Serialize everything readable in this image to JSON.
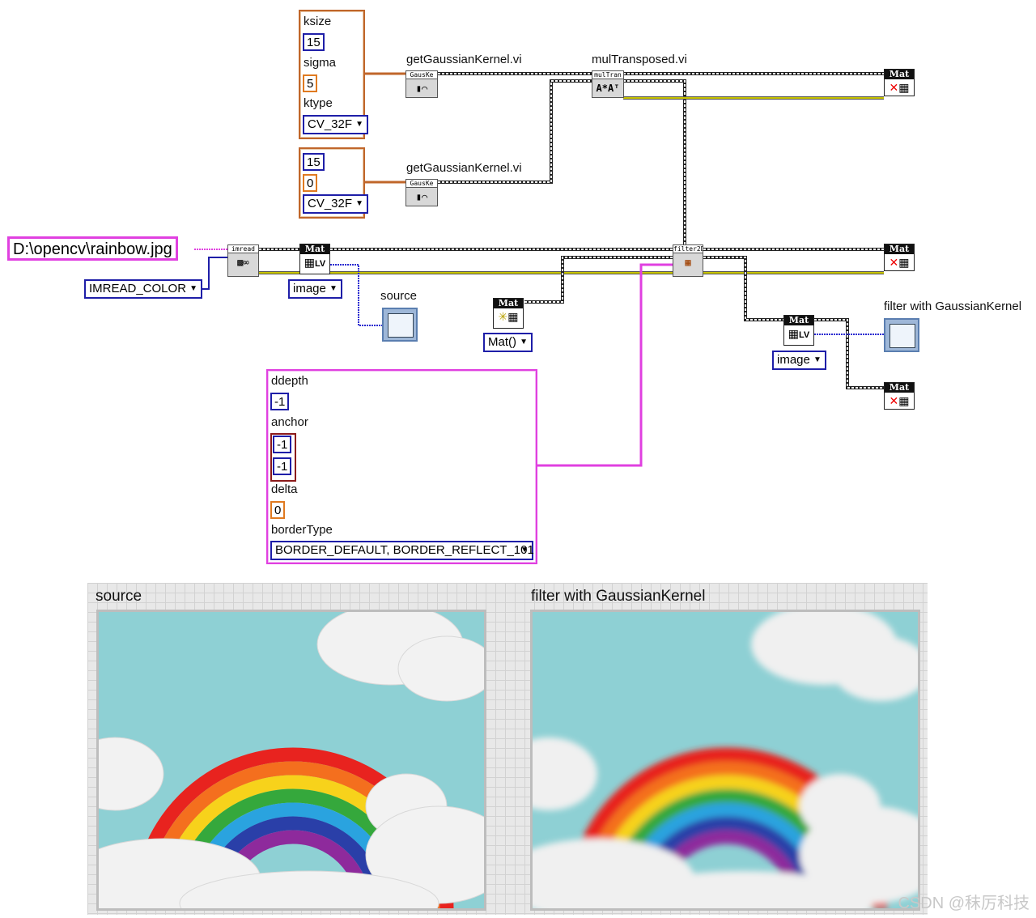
{
  "nodes": {
    "gauss1_label": "getGaussianKernel.vi",
    "gauss2_label": "getGaussianKernel.vi",
    "multransposed_label": "mulTransposed.vi",
    "gauss_icon_text": "GausKe",
    "multran_icon_text": "mulTran",
    "multran_glyph": "A*Aᵀ",
    "imread_icon_text": "imread",
    "filter_icon_text": "filter2D",
    "mat_header": "Mat",
    "lv_text": "LV"
  },
  "cluster1": {
    "ksize_label": "ksize",
    "ksize_value": "15",
    "sigma_label": "sigma",
    "sigma_value": "5",
    "ktype_label": "ktype",
    "ktype_value": "CV_32F"
  },
  "cluster2": {
    "ksize_value": "15",
    "sigma_value": "0",
    "ktype_value": "CV_32F"
  },
  "path_value": "D:\\opencv\\rainbow.jpg",
  "imread_flag": "IMREAD_COLOR",
  "image_enum_1": "image",
  "image_enum_2": "image",
  "mat_ctor": "Mat()",
  "source_label": "source",
  "filter_label": "filter with GaussianKernel",
  "params": {
    "ddepth_label": "ddepth",
    "ddepth_value": "-1",
    "anchor_label": "anchor",
    "anchor_x": "-1",
    "anchor_y": "-1",
    "delta_label": "delta",
    "delta_value": "0",
    "border_label": "borderType",
    "border_value": "BORDER_DEFAULT, BORDER_REFLECT_101"
  },
  "front_panel": {
    "source_title": "source",
    "filter_title": "filter with GaussianKernel"
  },
  "watermark": "CSDN @秣厉科技",
  "colors": {
    "error_wire": "#c8c400",
    "cluster_wire": "#c0662a",
    "pink_wire": "#e040e0",
    "blue_wire": "#2a2ad0"
  }
}
